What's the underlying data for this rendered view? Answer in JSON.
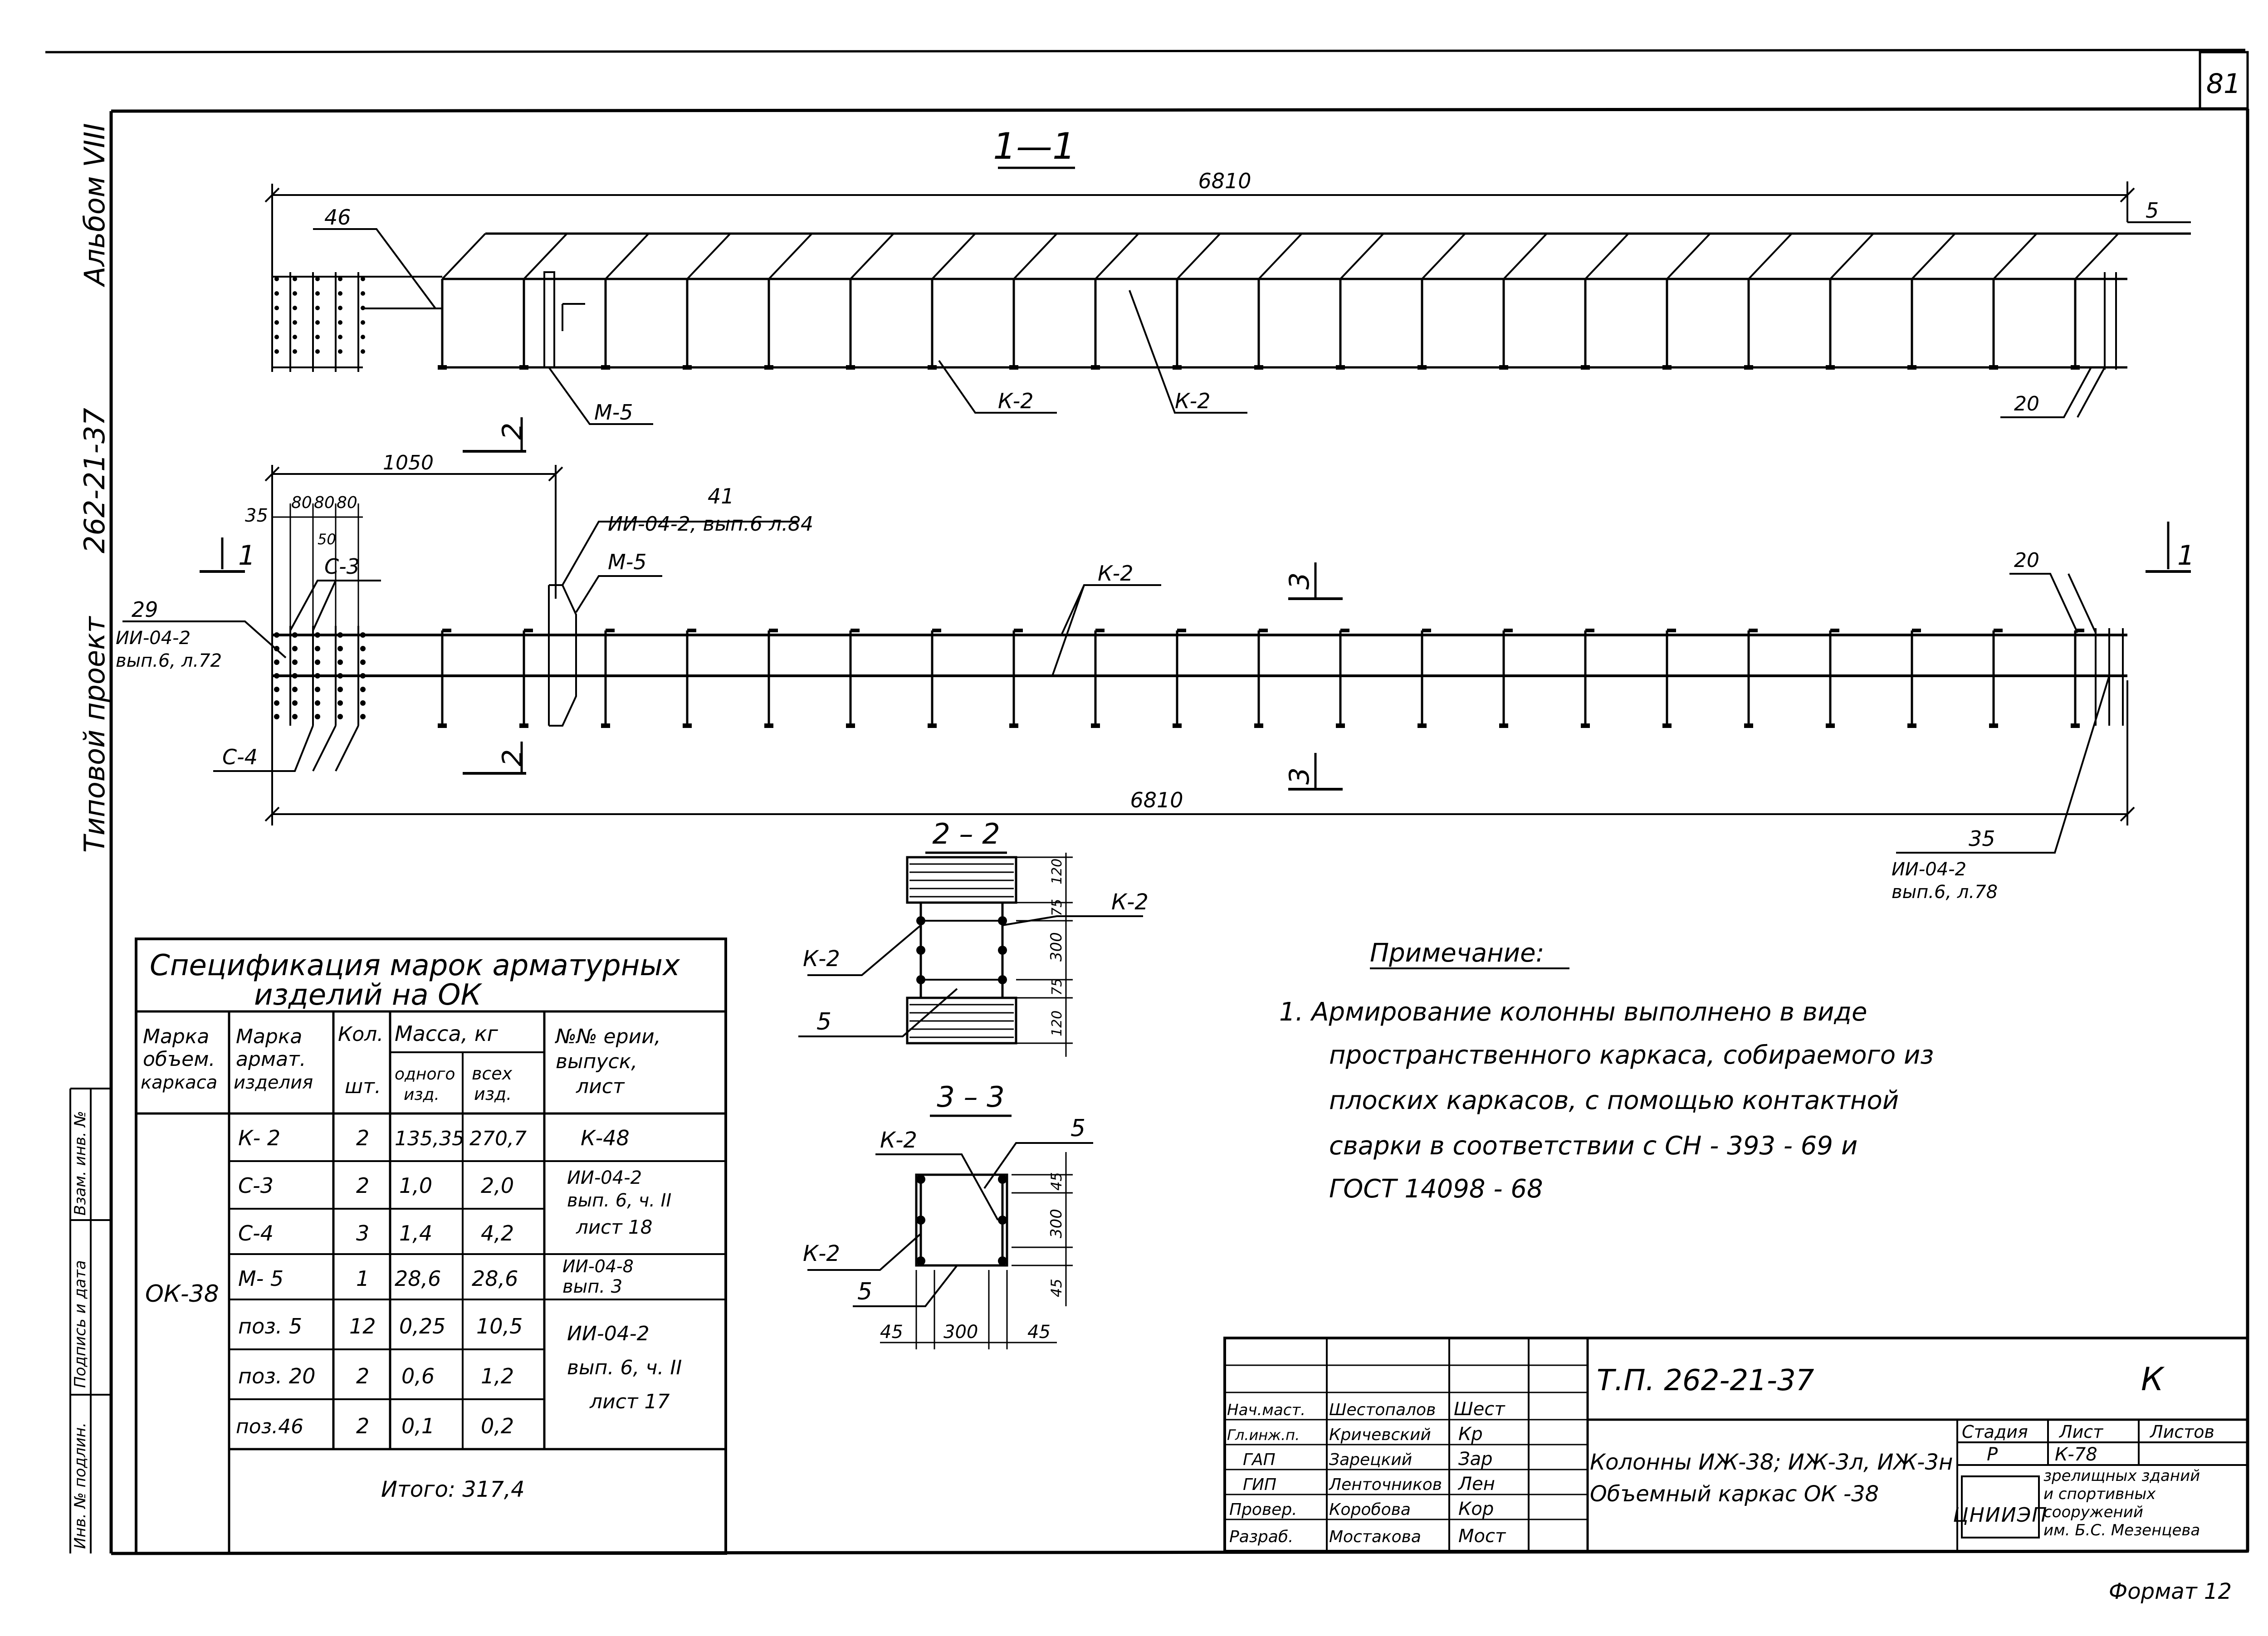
{
  "sheet": {
    "number": "81",
    "format": "Формат 12",
    "side_album": "Альбом VIII",
    "side_project_prefix": "Типовой  проект",
    "side_project_code": "262-21-37",
    "left_strip": [
      "Инв. № подлин.",
      "Подпись и дата",
      "Взам. инв. №"
    ]
  },
  "section_1_1": {
    "title": "1—1",
    "length": "6810",
    "dim_right": "5",
    "lbl_46": "46",
    "lbl_m5": "М-5",
    "lbl_k2a": "К-2",
    "lbl_k2b": "К-2",
    "lbl_20": "20"
  },
  "plan": {
    "dim_1050": "1050",
    "dim_35": "35",
    "dim_80a": "80",
    "dim_80b": "80",
    "dim_80c": "80",
    "dim_50": "50",
    "lbl_c3": "С-3",
    "lbl_41": "41",
    "ref_41": "ИИ-04-2, вып.6 л.84",
    "lbl_m5": "М-5",
    "lbl_k2": "К-2",
    "lbl_29": "29",
    "ref_29_line1": "ИИ-04-2",
    "ref_29_line2": "вып.6, л.72",
    "lbl_c4": "С-4",
    "lbl_20": "20",
    "length": "6810",
    "lbl_35": "35",
    "ref_35_line1": "ИИ-04-2",
    "ref_35_line2": "вып.6, л.78",
    "cut_1": "1",
    "cut_2": "2",
    "cut_3": "3"
  },
  "section_2_2": {
    "title": "2 – 2",
    "lbl_k2_left": "К-2",
    "lbl_k2_right": "К-2",
    "lbl_5": "5",
    "dims": [
      "120",
      "75",
      "300",
      "75",
      "120"
    ]
  },
  "section_3_3": {
    "title": "3 – 3",
    "lbl_k2_top": "К-2",
    "lbl_k2_left": "К-2",
    "lbl_5_top": "5",
    "lbl_5_bottom": "5",
    "dims_v": [
      "45",
      "300",
      "45"
    ],
    "dims_h": [
      "45",
      "300",
      "45"
    ]
  },
  "notes": {
    "heading": "Примечание:",
    "lines": [
      "1.  Армирование   колонны   выполнено   в  виде",
      "пространственного  каркаса,  собираемого  из",
      "плоских  каркасов,  с  помощью  контактной",
      "сварки  в  соответствии  с  СН - 393 - 69  и",
      "ГОСТ  14098 - 68"
    ]
  },
  "spec_table": {
    "title_line1": "Спецификация  марок  арматурных",
    "title_line2": "изделий  на  ОК",
    "headers": {
      "col1": [
        "Марка",
        "объем.",
        "каркаса"
      ],
      "col2": [
        "Марка",
        "армат.",
        "изделия"
      ],
      "col3_top": "Кол.",
      "col3_bottom": "шт.",
      "col4_top": "Масса, кг",
      "col4a": [
        "одного",
        "изд."
      ],
      "col4b": [
        "всех",
        "изд."
      ],
      "col5": [
        "№№ ерии,",
        "выпуск,",
        "лист"
      ]
    },
    "group_mark": "ОК-38",
    "rows": [
      {
        "item": "К- 2",
        "qty": "2",
        "m1": "135,35",
        "m2": "270,7"
      },
      {
        "item": "С-3",
        "qty": "2",
        "m1": "1,0",
        "m2": "2,0"
      },
      {
        "item": "С-4",
        "qty": "3",
        "m1": "1,4",
        "m2": "4,2"
      },
      {
        "item": "М- 5",
        "qty": "1",
        "m1": "28,6",
        "m2": "28,6"
      },
      {
        "item": "поз. 5",
        "qty": "12",
        "m1": "0,25",
        "m2": "10,5"
      },
      {
        "item": "поз. 20",
        "qty": "2",
        "m1": "0,6",
        "m2": "1,2"
      },
      {
        "item": "поз.46",
        "qty": "2",
        "m1": "0,1",
        "m2": "0,2"
      }
    ],
    "refs": {
      "r1": [
        "К-48"
      ],
      "r2": [
        "ИИ-04-2",
        "вып. 6, ч. II",
        "лист 18"
      ],
      "r3": [
        "ИИ-04-8",
        "вып. 3"
      ],
      "r4": [
        "ИИ-04-2",
        "вып. 6, ч. II",
        "лист 17"
      ]
    },
    "total": "Итого: 317,4"
  },
  "title_block": {
    "project_code": "Т.П.  262-21-37",
    "letter": "К",
    "name_line1": "Колонны ИЖ-38; ИЖ-3л, ИЖ-3н",
    "name_line2": "Объемный каркас ОК -38",
    "col_stage": "Стадия",
    "col_sheet": "Лист",
    "col_sheets": "Листов",
    "stage": "Р",
    "sheet": "К-78",
    "org_logo": "ЦНИИЭП",
    "org_line1": "зрелищных зданий",
    "org_line2": "и спортивных",
    "org_line3": "сооружений",
    "org_line4": "им. Б.С. Мезенцева",
    "people": [
      {
        "role": "Нач.маст.",
        "name": "Шестопалов",
        "sign": "Шест"
      },
      {
        "role": "Гл.инж.п.",
        "name": "Кричевский",
        "sign": "Кр"
      },
      {
        "role": "ГАП",
        "name": "Зарецкий",
        "sign": "Зар"
      },
      {
        "role": "ГИП",
        "name": "Ленточников",
        "sign": "Лен"
      },
      {
        "role": "Провер.",
        "name": "Коробова",
        "sign": "Кор"
      },
      {
        "role": "Разраб.",
        "name": "Мостакова",
        "sign": "Мост"
      }
    ]
  }
}
